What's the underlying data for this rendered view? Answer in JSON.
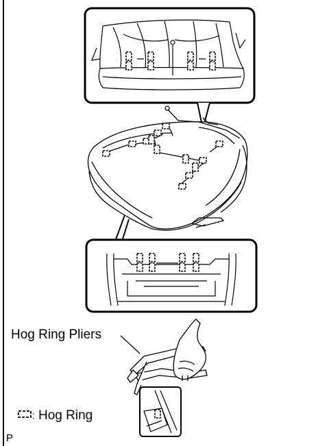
{
  "labels": {
    "pliers": "Hog Ring Pliers",
    "legend_text": "Hog Ring",
    "page_code": "P"
  },
  "colors": {
    "line": "#000000",
    "background": "#ffffff"
  }
}
